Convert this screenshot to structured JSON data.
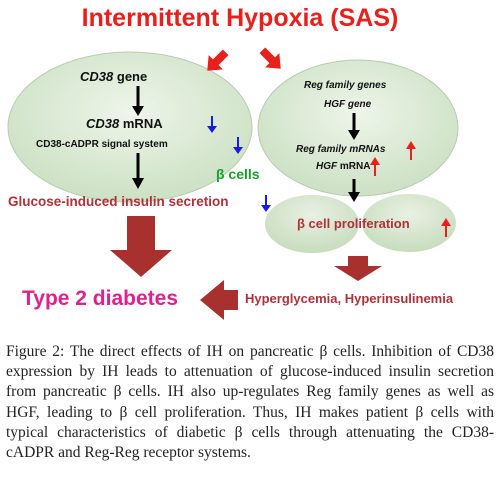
{
  "diagram": {
    "title": "Intermittent Hypoxia (SAS)",
    "left_ellipse": {
      "gene": "CD38",
      "gene_suffix": "gene",
      "mrna_gene": "CD38",
      "mrna_suffix": "mRNA",
      "signal": "CD38-cADPR signal system"
    },
    "right_ellipse": {
      "reg_genes": "Reg family genes",
      "hgf_gene": "HGF gene",
      "reg_mrnas": "Reg family mRNAs",
      "hgf_mrna_gene": "HGF",
      "hgf_mrna_suffix": "mRNA"
    },
    "beta_cells": "β cells",
    "secretion": "Glucose-induced insulin secretion",
    "proliferation": "β cell proliferation",
    "type2_diabetes": "Type 2 diabetes",
    "hyper": "Hyperglycemia, Hyperinsulinemia",
    "colors": {
      "title_red": "#e8201c",
      "arrow_red": "#e8201c",
      "down_blue": "#1a1ae6",
      "big_arrow": "#a8302e",
      "ellipse_fill": "#d4e6cc",
      "green_text": "#1aa12c",
      "pink_text": "#e0208c"
    }
  },
  "caption": {
    "label": "Figure 2:",
    "text": "The direct effects of IH on pancreatic β cells. Inhibition of CD38 expression by IH leads to attenuation of glucose-induced insulin secretion from pancreatic β cells. IH also up-regulates Reg family genes as well as HGF, leading to β cell proliferation. Thus, IH makes patient β cells with typical characteristics of diabetic β cells through attenuating the CD38-cADPR and Reg-Reg receptor systems."
  }
}
